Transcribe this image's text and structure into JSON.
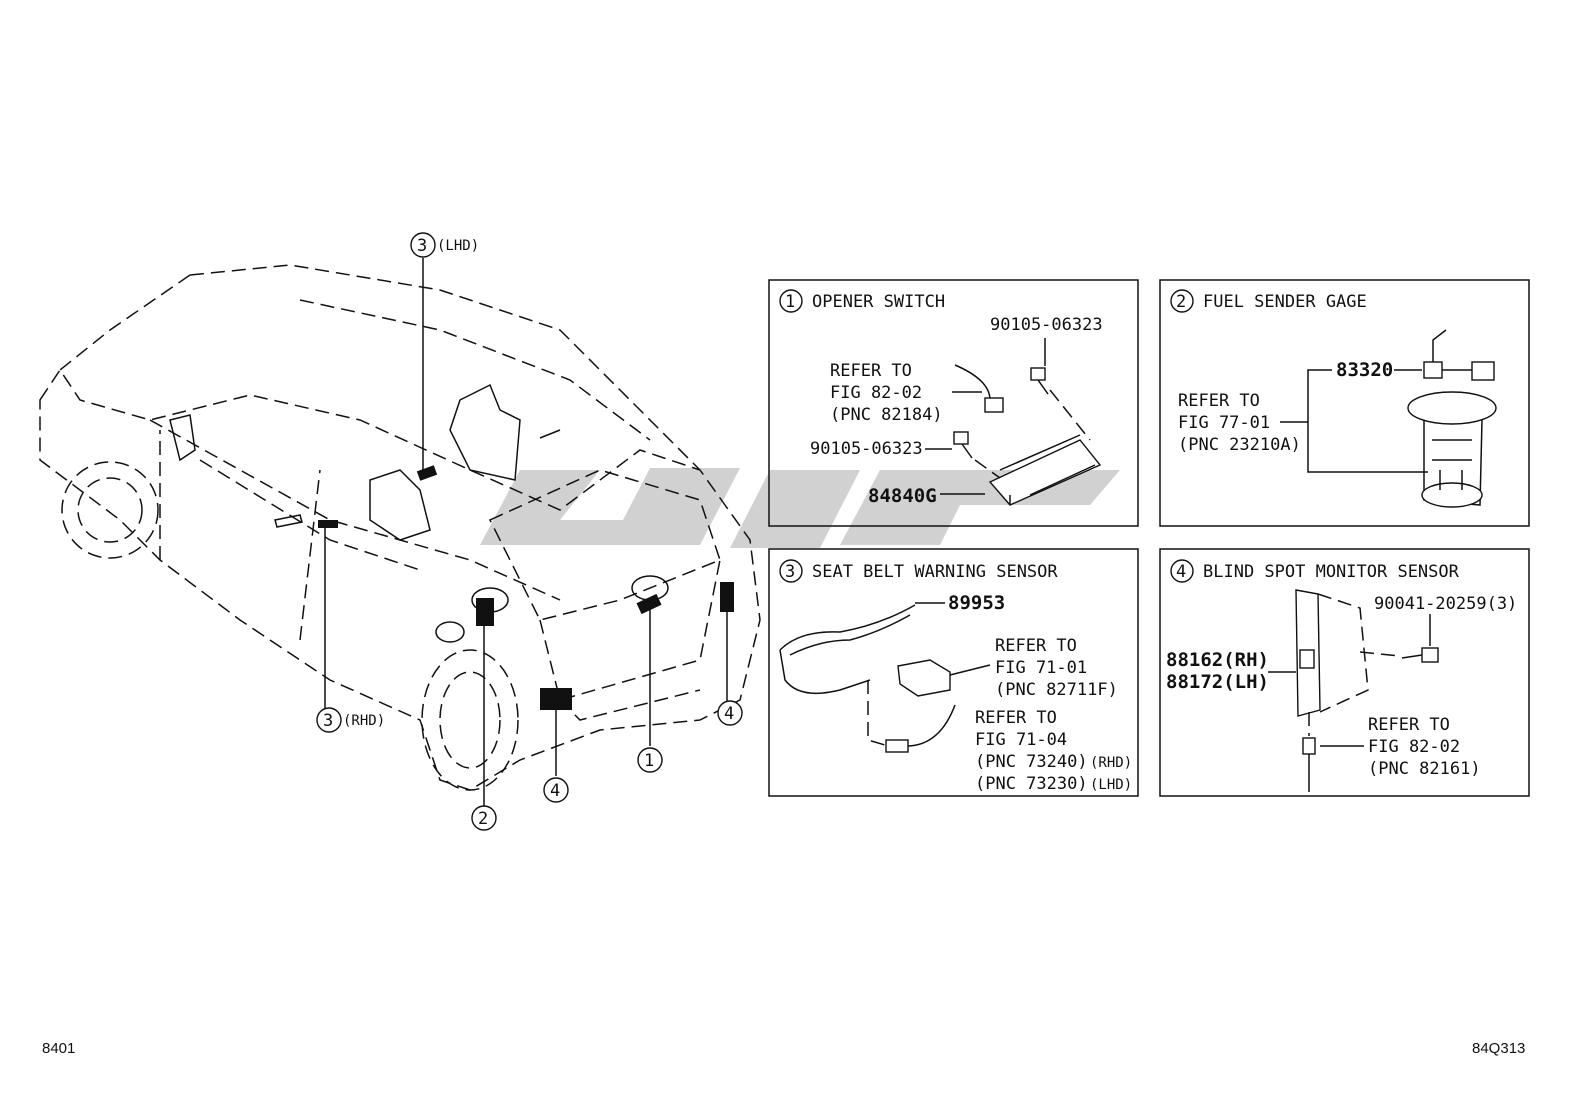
{
  "callouts": {
    "c1": "1",
    "c2": "2",
    "c3": "3",
    "c4": "4",
    "lhd": "(LHD)",
    "rhd": "(RHD)"
  },
  "panels": {
    "opener_switch": {
      "num": "1",
      "title": "OPENER SWITCH",
      "bolt_top": "90105-06323",
      "bolt_left": "90105-06323",
      "part": "84840G",
      "refer": [
        "REFER TO",
        "FIG 82-02",
        "(PNC 82184)"
      ]
    },
    "fuel_sender_gage": {
      "num": "2",
      "title": "FUEL SENDER GAGE",
      "part": "83320",
      "refer": [
        "REFER TO",
        "FIG 77-01",
        "(PNC 23210A)"
      ]
    },
    "seat_belt_warning_sensor": {
      "num": "3",
      "title": "SEAT BELT WARNING SENSOR",
      "part": "89953",
      "refer1": [
        "REFER TO",
        "FIG 71-01",
        "(PNC 82711F)"
      ],
      "refer2": [
        "REFER TO",
        "FIG 71-04",
        "(PNC 73240)",
        "(RHD)",
        "(PNC 73230)",
        "(LHD)"
      ]
    },
    "blind_spot_monitor_sensor": {
      "num": "4",
      "title": "BLIND SPOT MONITOR SENSOR",
      "bolt": "90041-20259(3)",
      "part_rh": "88162(RH)",
      "part_lh": "88172(LH)",
      "refer": [
        "REFER TO",
        "FIG 82-02",
        "(PNC 82161)"
      ]
    }
  },
  "footer": {
    "left_code": "8401",
    "right_code": "84Q313"
  },
  "watermark_color": "#c8c8c8"
}
